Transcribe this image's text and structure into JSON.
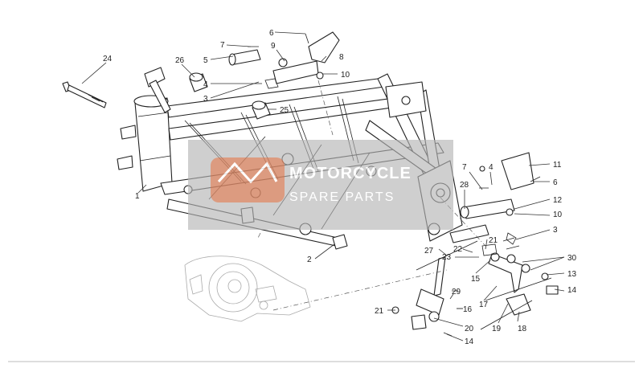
{
  "watermark": {
    "line1": "MOTORCYCLE",
    "line2": "SPARE PARTS",
    "accent_color": "#d9805a",
    "band_color": "#b4b4b4"
  },
  "callouts": [
    "1",
    "2",
    "3",
    "4",
    "5",
    "6",
    "7",
    "8",
    "9",
    "10",
    "24",
    "25",
    "26",
    "7",
    "4",
    "11",
    "6",
    "28",
    "12",
    "10",
    "3",
    "27",
    "22",
    "21",
    "23",
    "30",
    "13",
    "14",
    "15",
    "17",
    "19",
    "18",
    "29",
    "16",
    "21",
    "20",
    "14"
  ]
}
